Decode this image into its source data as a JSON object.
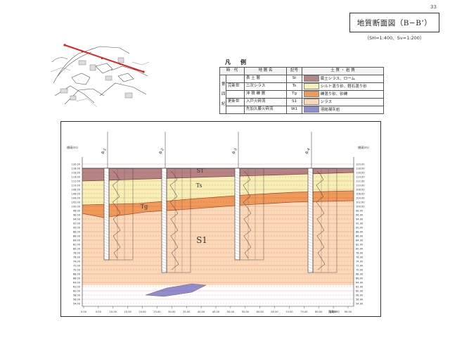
{
  "page_number": "33",
  "title": "地質断面図（B−B’）",
  "scale": "（SH=1:400、Sv=1:200）",
  "legend": {
    "heading": "凡　例",
    "columns": [
      "時　代",
      "地 層 名",
      "記号",
      "土 質 ・ 岩 質"
    ],
    "era_label": [
      "第",
      "四",
      "紀"
    ],
    "rows": [
      {
        "epoch": "",
        "name": "表 土 層",
        "code": "St",
        "description": "腐土シラス、ローム",
        "color": "#b58585"
      },
      {
        "epoch": "完新世",
        "name": "二次シラス",
        "code": "Ts",
        "description": "シルト混り砂、軽石混り砂",
        "color": "#f7f0b6"
      },
      {
        "epoch": "",
        "name": "沖 積 礫 層",
        "code": "Tg",
        "description": "礫混り砂、砂礫",
        "color": "#f09a5a"
      },
      {
        "epoch": "更新世",
        "name": "入戸火砕流",
        "code": "S1",
        "description": "シラス",
        "color": "#fbd9b8"
      },
      {
        "epoch": "",
        "name": "先加久藤火砕流",
        "code": "W1",
        "description": "溶結凝灰岩",
        "color": "#8f8ccf"
      }
    ]
  },
  "section": {
    "left_axis_title": "標高(m)",
    "right_axis_title": "標高(m)",
    "elevations": [
      "120.00",
      "118.00",
      "116.00",
      "114.00",
      "112.00",
      "110.00",
      "108.00",
      "106.00",
      "104.00",
      "102.00",
      "100.00",
      "98.00",
      "96.00",
      "94.00",
      "92.00",
      "90.00",
      "88.00",
      "86.00",
      "84.00",
      "82.00",
      "80.00",
      "78.00",
      "76.00",
      "74.00",
      "72.00",
      "70.00",
      "68.00",
      "66.00",
      "64.00",
      "62.00",
      "60.00",
      "58.00",
      "56.00",
      "54.00"
    ],
    "distance_title": "距離(m)",
    "distance_ticks": [
      "0.00",
      "5.00",
      "10.00",
      "15.00",
      "20.00",
      "25.00",
      "30.00",
      "35.00",
      "40.00",
      "45.00",
      "50.00",
      "55.00",
      "60.00",
      "65.00",
      "70.00",
      "75.00",
      "80.00",
      "85.00",
      "90.00"
    ],
    "unit_labels": [
      "ST",
      "Ts",
      "Tg",
      "S1"
    ],
    "boreholes": [
      "B-1",
      "B-2",
      "B-3",
      "B-4"
    ]
  }
}
